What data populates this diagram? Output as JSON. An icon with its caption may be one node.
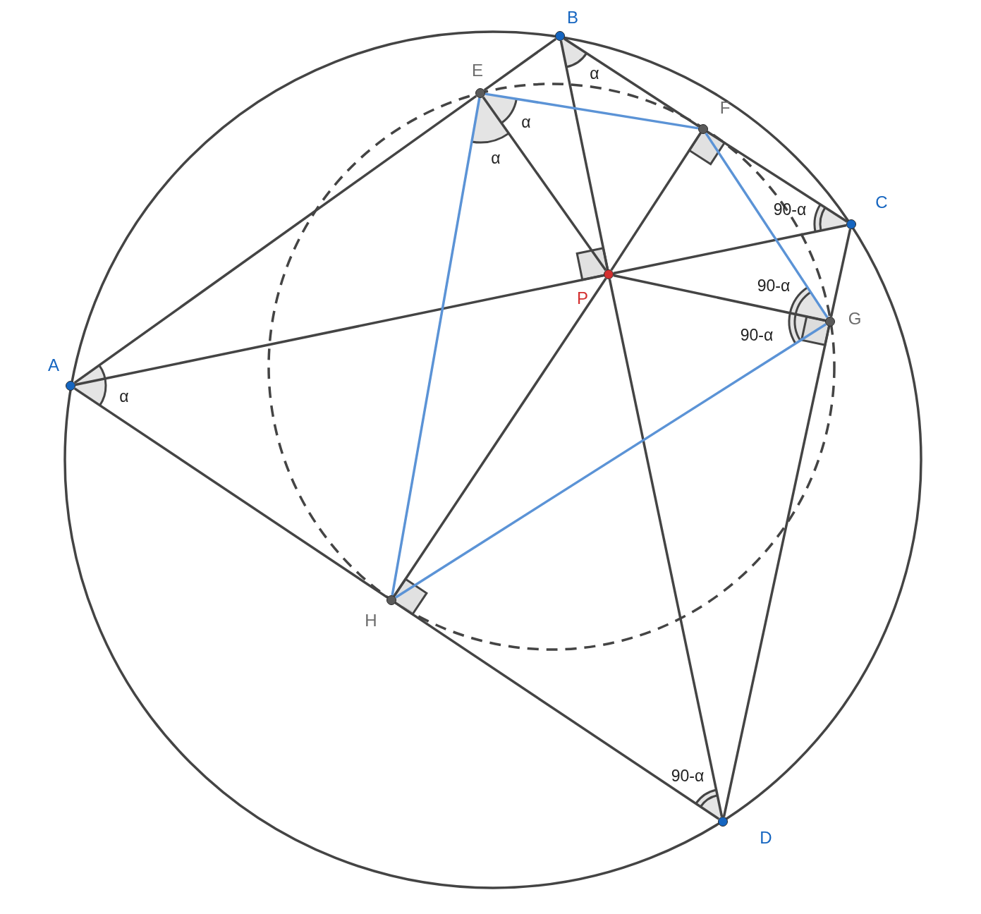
{
  "diagram": {
    "nodes": [
      {
        "text": [
          "A"
        ]
      },
      {
        "text": [
          "B"
        ]
      },
      {
        "text": [
          "C"
        ]
      },
      {
        "text": [
          "D"
        ]
      },
      {
        "text": [
          "E"
        ]
      },
      {
        "text": [
          "F"
        ]
      },
      {
        "text": [
          "G"
        ]
      },
      {
        "text": [
          "H"
        ]
      },
      {
        "text": [
          "P"
        ]
      }
    ],
    "edges": [
      {
        "from": 0,
        "to": 4,
        "arrow": "none"
      },
      {
        "from": 4,
        "to": 1,
        "arrow": "none"
      },
      {
        "from": 1,
        "to": 5,
        "arrow": "none"
      },
      {
        "from": 5,
        "to": 2,
        "arrow": "none"
      },
      {
        "from": 2,
        "to": 6,
        "arrow": "none"
      },
      {
        "from": 6,
        "to": 3,
        "arrow": "none"
      },
      {
        "from": 3,
        "to": 7,
        "arrow": "none"
      },
      {
        "from": 7,
        "to": 0,
        "arrow": "none"
      },
      {
        "from": 0,
        "to": 8,
        "arrow": "none"
      },
      {
        "from": 8,
        "to": 2,
        "arrow": "none"
      },
      {
        "from": 1,
        "to": 8,
        "arrow": "none"
      },
      {
        "from": 8,
        "to": 3,
        "arrow": "none"
      },
      {
        "from": 8,
        "to": 4,
        "arrow": "none"
      },
      {
        "from": 8,
        "to": 5,
        "arrow": "none"
      },
      {
        "from": 8,
        "to": 6,
        "arrow": "none"
      },
      {
        "from": 8,
        "to": 7,
        "arrow": "none"
      },
      {
        "from": 4,
        "to": 5,
        "arrow": "none",
        "color": "#5b93d6"
      },
      {
        "from": 5,
        "to": 6,
        "arrow": "none",
        "color": "#5b93d6"
      },
      {
        "from": 6,
        "to": 7,
        "arrow": "none",
        "color": "#5b93d6"
      },
      {
        "from": 7,
        "to": 4,
        "arrow": "none",
        "color": "#5b93d6"
      }
    ],
    "labels": [
      "α",
      "α",
      "α",
      "90-α",
      "90-α",
      "90-α",
      "α",
      "90-α"
    ]
  }
}
